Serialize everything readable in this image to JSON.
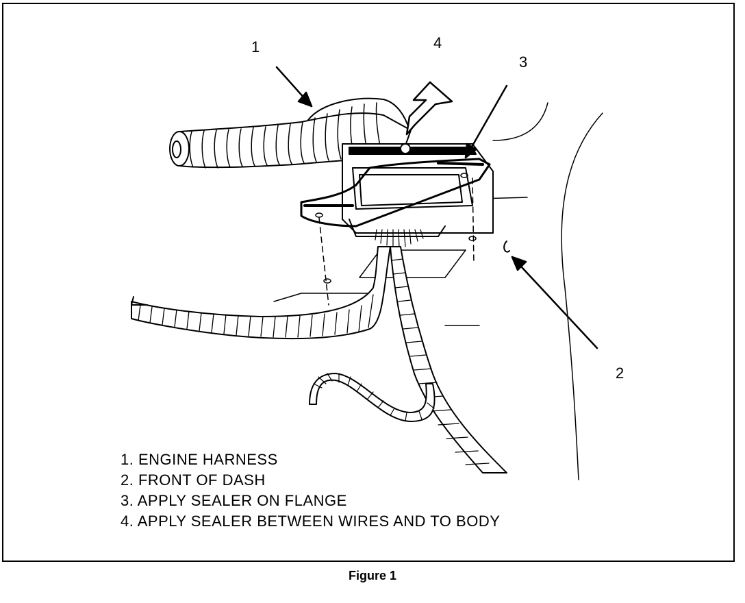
{
  "callouts": {
    "c1": "1",
    "c2": "2",
    "c3": "3",
    "c4": "4"
  },
  "legend": {
    "items": [
      "1. ENGINE HARNESS",
      "2. FRONT OF DASH",
      "3. APPLY SEALER ON FLANGE",
      "4. APPLY SEALER BETWEEN WIRES AND TO BODY"
    ]
  },
  "caption": "Figure 1"
}
